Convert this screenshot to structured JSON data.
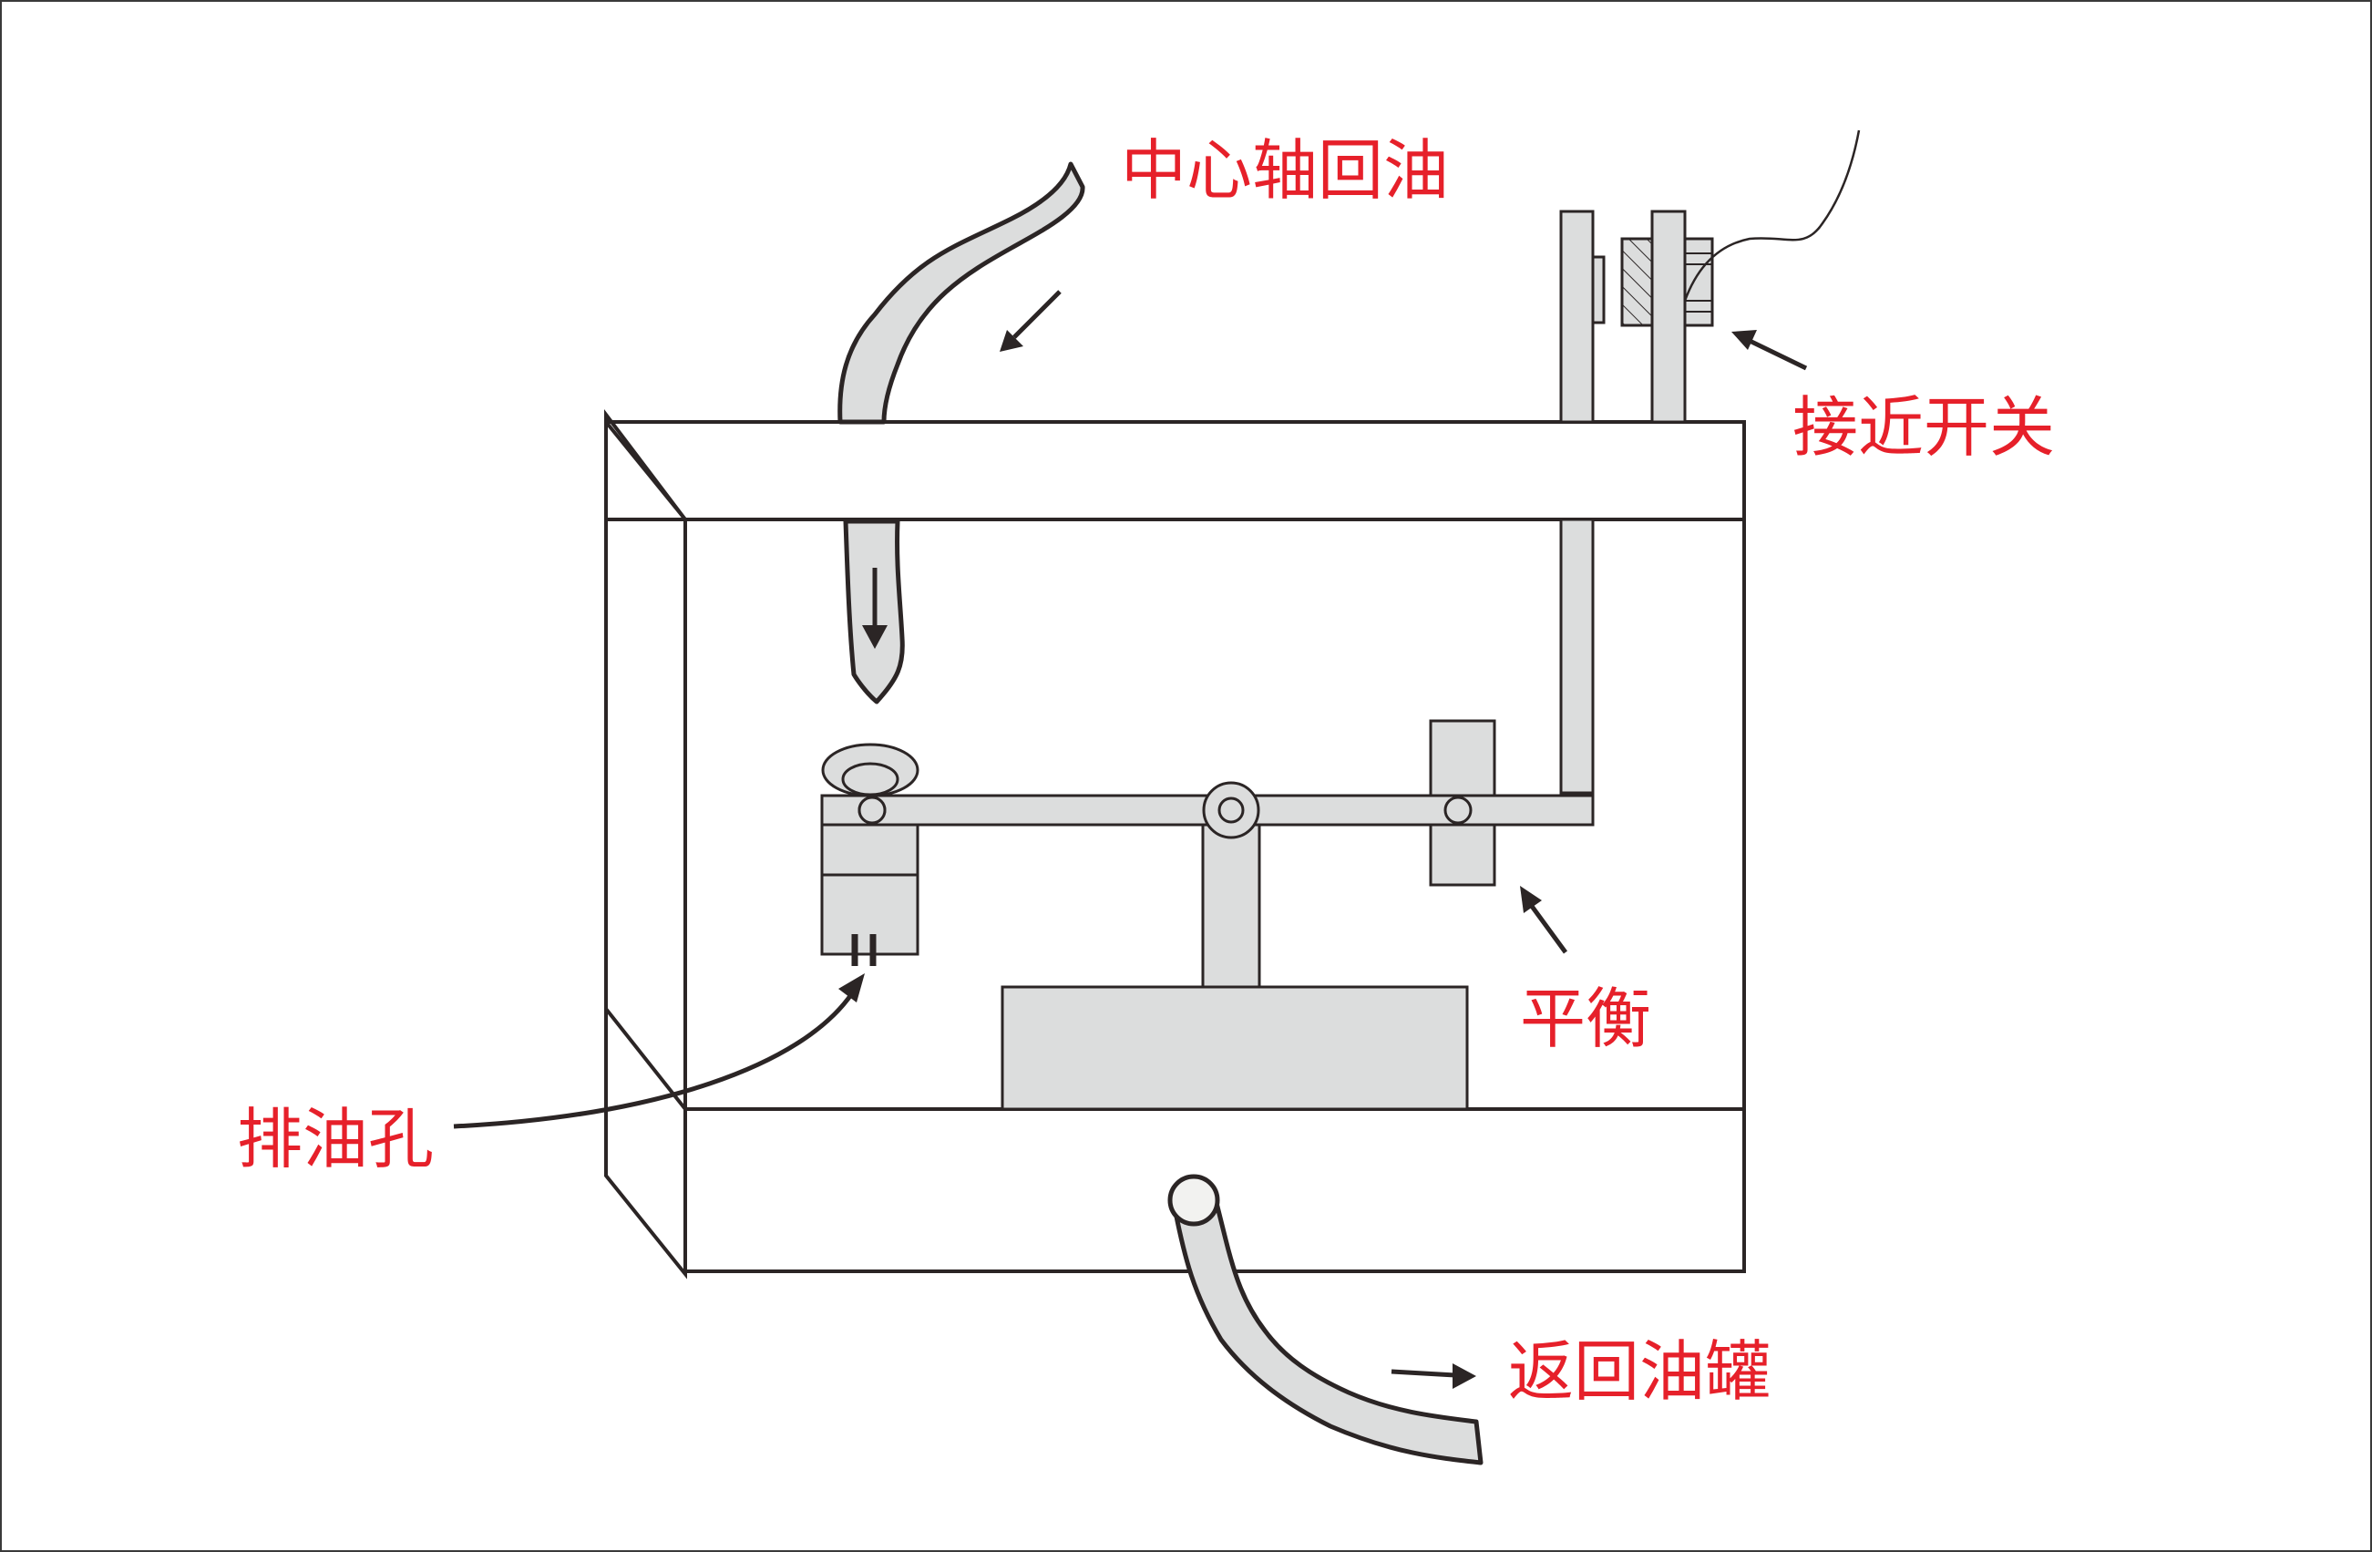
{
  "labels": {
    "center_shaft_oil_return": "中心轴回油",
    "proximity_switch": "接近开关",
    "balance": "平衡",
    "drain_hole": "排油孔",
    "return_oil_tank": "返回油罐"
  },
  "colors": {
    "label": "#e6202a",
    "outline": "#2b2525",
    "part_fill": "#dcdddd",
    "background": "#ffffff"
  }
}
